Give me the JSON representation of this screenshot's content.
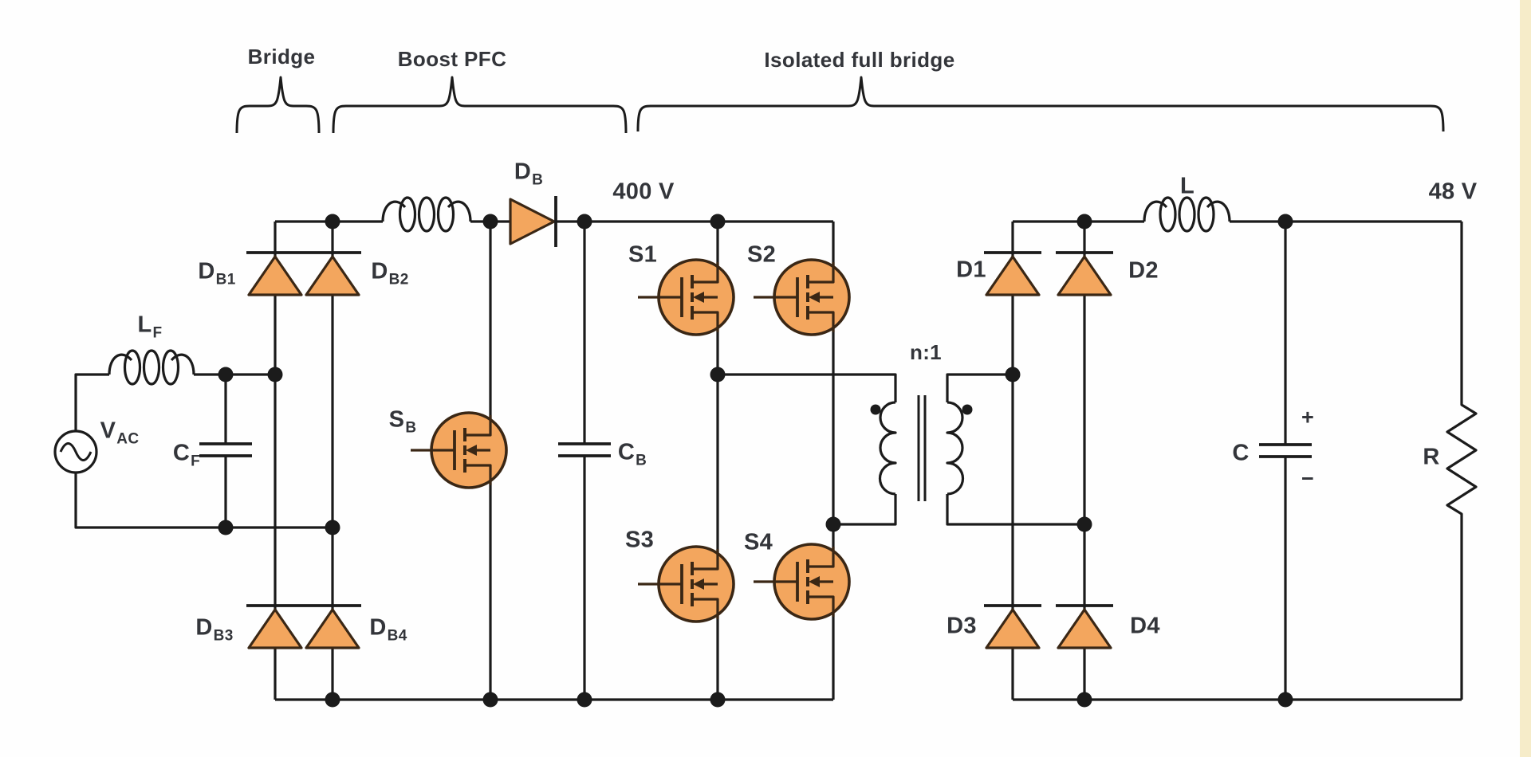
{
  "figure": {
    "description": "AC-DC power supply schematic with bridge rectifier, boost PFC stage and isolated full-bridge DC-DC converter"
  },
  "sections": {
    "bridge": "Bridge",
    "boost_pfc": "Boost PFC",
    "isolated_full_bridge": "Isolated full bridge"
  },
  "annotations": {
    "bus_voltage": "400 V",
    "output_voltage": "48 V",
    "turns_ratio": "n:1",
    "cap_plus": "+",
    "cap_minus": "−"
  },
  "components": {
    "vac": {
      "main": "V",
      "sub": "AC"
    },
    "lf": {
      "main": "L",
      "sub": "F"
    },
    "cf": {
      "main": "C",
      "sub": "F"
    },
    "db1": {
      "main": "D",
      "sub": "B1"
    },
    "db2": {
      "main": "D",
      "sub": "B2"
    },
    "db3": {
      "main": "D",
      "sub": "B3"
    },
    "db4": {
      "main": "D",
      "sub": "B4"
    },
    "sb": {
      "main": "S",
      "sub": "B"
    },
    "db": {
      "main": "D",
      "sub": "B"
    },
    "cb": {
      "main": "C",
      "sub": "B"
    },
    "s1": "S1",
    "s2": "S2",
    "s3": "S3",
    "s4": "S4",
    "d1": "D1",
    "d2": "D2",
    "d3": "D3",
    "d4": "D4",
    "l": "L",
    "c": "C",
    "r": "R"
  },
  "colors": {
    "component_fill": "#F3A65E",
    "component_stroke": "#3A2715",
    "wire": "#1B1B1B",
    "label": "#33353A"
  }
}
